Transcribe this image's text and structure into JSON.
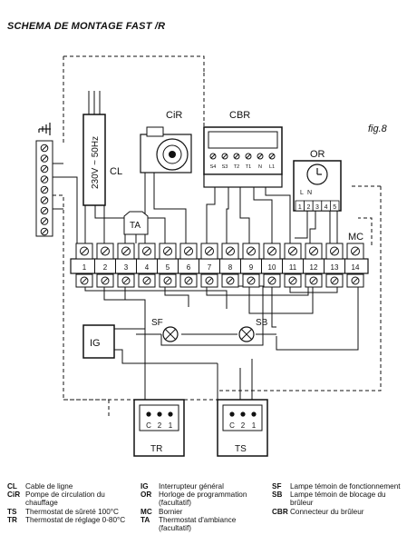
{
  "header": {
    "title": "SCHEMA DE MONTAGE FAST /R",
    "figure": "fig.8"
  },
  "components": {
    "cable": "CL",
    "cable_voltage": "230V ~ 50Hz",
    "pump": "CiR",
    "burner_connector": "CBR",
    "burner_pins": [
      "S4",
      "S3",
      "T2",
      "T1",
      "N",
      "L1"
    ],
    "clock": "OR",
    "clock_pins": [
      "1",
      "2",
      "3",
      "4",
      "5"
    ],
    "clock_letters": [
      "L",
      "N"
    ],
    "ambient_thermostat": "TA",
    "terminal_block": "MC",
    "terminals": [
      "1",
      "2",
      "3",
      "4",
      "5",
      "6",
      "7",
      "8",
      "9",
      "10",
      "11",
      "12",
      "13",
      "14"
    ],
    "main_switch": "IG",
    "lamp_sf": "SF",
    "lamp_sb": "SB",
    "thermostat_tr": "TR",
    "thermostat_ts": "TS",
    "thermostat_pins": [
      "C",
      "2",
      "1"
    ]
  },
  "legend": {
    "col1": [
      {
        "code": "CL",
        "text": "Cable de ligne"
      },
      {
        "code": "CiR",
        "text": "Pompe de circulation du chauffage"
      },
      {
        "code": "TS",
        "text": "Thermostat de sûreté 100°C"
      },
      {
        "code": "TR",
        "text": "Thermostat de réglage 0-80°C"
      }
    ],
    "col2": [
      {
        "code": "IG",
        "text": "Interrupteur général"
      },
      {
        "code": "OR",
        "text": "Horloge de programmation (facultatif)"
      },
      {
        "code": "MC",
        "text": "Bornier"
      },
      {
        "code": "TA",
        "text": "Thermostat d'ambiance (facultatif)"
      }
    ],
    "col3": [
      {
        "code": "SF",
        "text": "Lampe témoin de fonctionnement"
      },
      {
        "code": "SB",
        "text": "Lampe témoin de blocage du brûleur"
      },
      {
        "code": "CBR",
        "text": "Connecteur du brûleur"
      }
    ]
  }
}
